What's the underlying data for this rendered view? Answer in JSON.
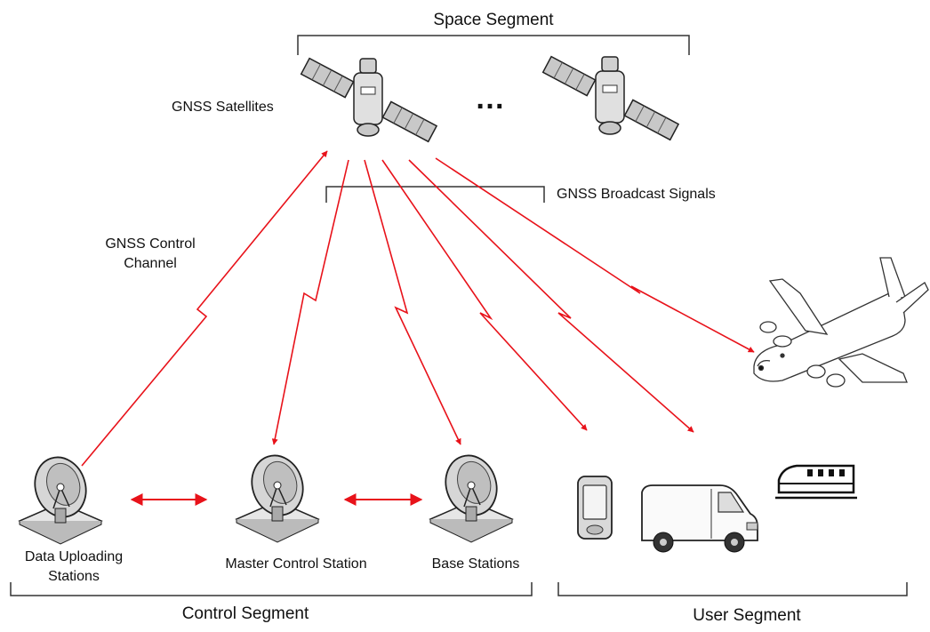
{
  "segments": {
    "space": "Space Segment",
    "control": "Control Segment",
    "user": "User Segment"
  },
  "labels": {
    "satellites": "GNSS Satellites",
    "ellipsis": "…",
    "broadcast_signals": "GNSS Broadcast Signals",
    "control_channel_line1": "GNSS Control",
    "control_channel_line2": "Channel",
    "data_uploading_line1": "Data Uploading",
    "data_uploading_line2": "Stations",
    "master_control": "Master Control Station",
    "base_stations": "Base Stations"
  },
  "colors": {
    "signal": "#e8121a",
    "bracket": "#333333",
    "equipment_fill": "#d9d9d9",
    "equipment_stroke": "#222222"
  },
  "icons": [
    "satellite-icon",
    "satellite-dish-icon",
    "handheld-device-icon",
    "van-icon",
    "train-icon",
    "airplane-icon"
  ]
}
